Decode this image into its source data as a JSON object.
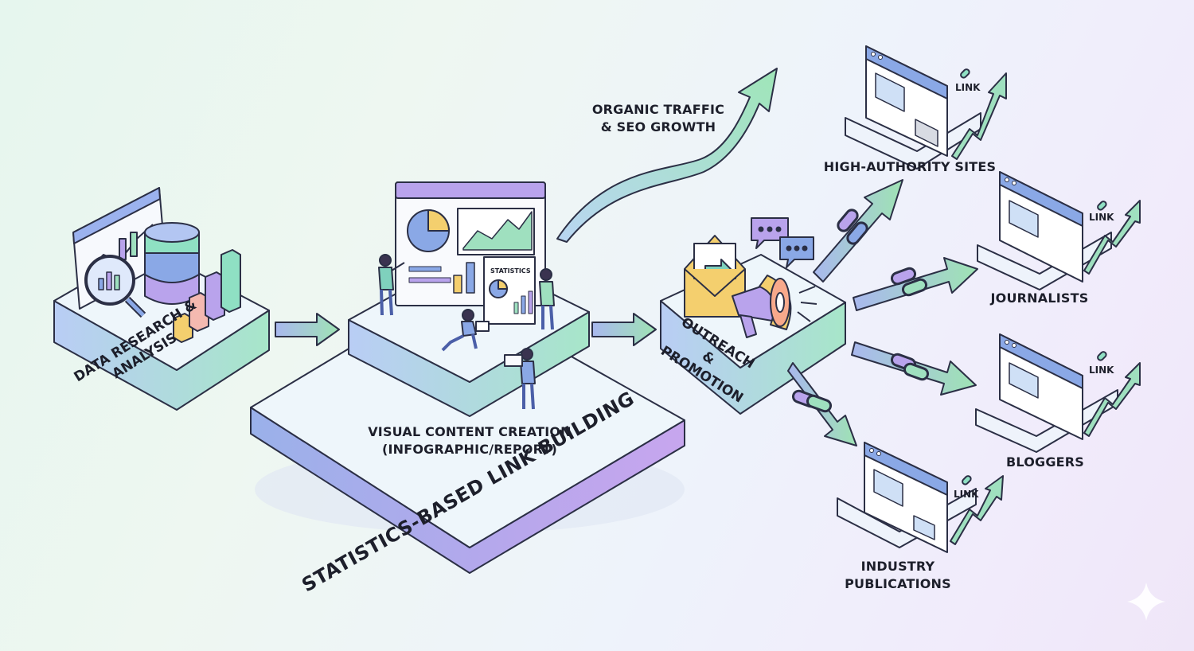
{
  "colors": {
    "blue": "#8aa8e6",
    "purple": "#b9a3ec",
    "green": "#9fe0bf",
    "teal": "#7fd1bd",
    "yellow": "#f4cf6e",
    "outline": "#2b2f45"
  },
  "stages": {
    "research": "DATA RESEARCH & ANALYSIS",
    "visual_line1": "VISUAL CONTENT CREATION",
    "visual_line2": "(INFOGRAPHIC/REPORT)",
    "outreach": "OUTREACH & PROMOTION",
    "base": "STATISTICS-BASED LINK BUILDING"
  },
  "growth": {
    "line1": "ORGANIC TRAFFIC",
    "line2": "& SEO GROWTH"
  },
  "report_badge": "STATISTICS",
  "targets": [
    {
      "label": "HIGH-AUTHORITY SITES",
      "link": "LINK"
    },
    {
      "label": "JOURNALISTS",
      "link": "LINK"
    },
    {
      "label": "BLOGGERS",
      "link": "LINK"
    },
    {
      "label_line1": "INDUSTRY",
      "label_line2": "PUBLICATIONS",
      "link": "LINK"
    }
  ],
  "icons": [
    "magnifier-icon",
    "database-icon",
    "bar-chart-icon",
    "pie-chart-icon",
    "line-chart-icon",
    "envelope-icon",
    "megaphone-icon",
    "chat-bubble-icon",
    "chain-link-icon",
    "browser-window-icon",
    "trend-arrow-icon",
    "sparkle-icon"
  ]
}
